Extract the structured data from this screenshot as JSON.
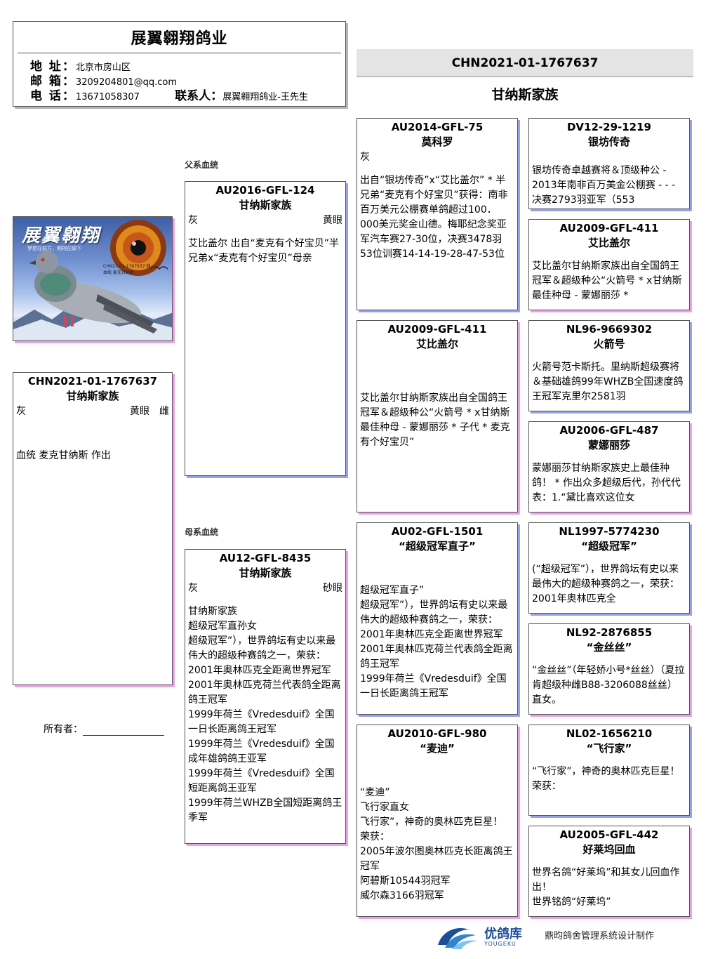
{
  "header": {
    "title": "展翼翱翔鸽业",
    "address_label": "地 址：",
    "address": "北京市房山区",
    "email_label": "邮 箱：",
    "email": "3209204801@qq.com",
    "phone_label": "电 话：",
    "phone": "13671058307",
    "contact_label": "联系人：",
    "contact": "展翼翱翔鸽业-王先生"
  },
  "banner": {
    "ring": "CHN2021-01-1767637",
    "name": "甘纳斯家族"
  },
  "labels": {
    "sire_line": "父系血统",
    "dam_line": "母系血统",
    "owner": "所有者："
  },
  "photo": {
    "logo_text": "展翼翱翔",
    "slogan": "梦想在前方，翱翔在脚下",
    "caption_ring": "CHN21-01-1767637 雌",
    "caption_line": "血统 麦克甘纳斯"
  },
  "subject": {
    "ring": "CHN2021-01-1767637",
    "name": "甘纳斯家族",
    "color": "灰",
    "eye": "黄眼",
    "sex": "雌",
    "note": "血统 麦克甘纳斯 作出"
  },
  "sire": {
    "ring": "AU2016-GFL-124",
    "name": "甘纳斯家族",
    "color": "灰",
    "eye": "黄眼",
    "desc": "艾比盖尔 出自“麦克有个好宝贝”半兄弟x“麦克有个好宝贝”母亲"
  },
  "dam": {
    "ring": "AU12-GFL-8435",
    "name": "甘纳斯家族",
    "color": "灰",
    "eye": "砂眼",
    "desc": "甘纳斯家族\n超级冠军直孙女\n超级冠军”），世界鸽坛有史以来最伟大的超级种赛鸽之一，荣获： 2001年奥林匹克全距离世界冠军\n2001年奥林匹克荷兰代表鸽全距离鸽王冠军\n1999年荷兰《Vredesduif》全国一日长距离鸽王冠军\n1999年荷兰《Vredesduif》全国成年雄鸽鸽王亚军\n1999年荷兰《Vredesduif》全国短距离鸽王亚军\n1999年荷兰WHZB全国短距离鸽王季军"
  },
  "grandparents": {
    "ss": {
      "ring": "AU2014-GFL-75",
      "name": "莫科罗",
      "color": "灰",
      "desc": "出自“银坊传奇”x“艾比盖尔” * 半兄弟“麦克有个好宝贝”获得：南非百万美元公棚赛单鸽超过100．000美元奖金山德。梅耶纪念奖亚军汽车赛27-30位，决赛3478羽53位训赛14-14-19-28-47-53位"
    },
    "sd": {
      "ring": "AU2009-GFL-411",
      "name": "艾比盖尔",
      "desc": "艾比盖尔甘纳斯家族出自全国鸽王冠军＆超级种公“火箭号 * x甘纳斯最佳种母 - 蒙娜丽莎 * 子代 * 麦克有个好宝贝”"
    },
    "ds": {
      "ring": "AU02-GFL-1501",
      "name": "“超级冠军直子”",
      "desc": "超级冠军直子”\n超级冠军”），世界鸽坛有史以来最伟大的超级种赛鸽之一，荣获： 2001年奥林匹克全距离世界冠军\n2001年奥林匹克荷兰代表鸽全距离鸽王冠军\n1999年荷兰《Vredesduif》全国一日长距离鸽王冠军"
    },
    "dd": {
      "ring": "AU2010-GFL-980",
      "name": "“麦迪”",
      "desc": "“麦迪”\n飞行家直女\n飞行家”，神奇的奥林匹克巨星！\n荣获：\n2005年波尔图奥林匹克长距离鸽王冠军\n阿碧斯10544羽冠军\n威尔森3166羽冠军"
    }
  },
  "great_grandparents": {
    "sss": {
      "ring": "DV12-29-1219",
      "name": "银坊传奇",
      "desc": "银坊传奇卓越赛将＆顶级种公 - 2013年南非百万美金公棚赛 - - - 决赛2793羽亚军（553"
    },
    "ssd": {
      "ring": "AU2009-GFL-411",
      "name": "艾比盖尔",
      "desc": "艾比盖尔甘纳斯家族出自全国鸽王冠军＆超级种公“火箭号 * x甘纳斯最佳种母 - 蒙娜丽莎 *"
    },
    "sds": {
      "ring": "NL96-9669302",
      "name": "火箭号",
      "desc": "火箭号范卡斯托。里纳斯超级赛将＆基础雄鸽99年WHZB全国速度鸽王冠军克里尔2581羽"
    },
    "sdd": {
      "ring": "AU2006-GFL-487",
      "name": "蒙娜丽莎",
      "desc": "蒙娜丽莎甘纳斯家族史上最佳种鸽！ * 作出众多超级后代，孙代代表：1.“黛比喜欢这位女"
    },
    "dss": {
      "ring": "NL1997-5774230",
      "name": "“超级冠军”",
      "desc": "(“超级冠军”），世界鸽坛有史以来最伟大的超级种赛鸽之一，荣获： 2001年奥林匹克全"
    },
    "dsd": {
      "ring": "NL92-2876855",
      "name": "“金丝丝”",
      "desc": "“金丝丝”（年轻娇小号*丝丝）（夏拉肯超级种雌B88-3206088丝丝）直女。"
    },
    "dds": {
      "ring": "NL02-1656210",
      "name": "“飞行家”",
      "desc": "“飞行家”，神奇的奥林匹克巨星！\n荣获："
    },
    "ddd": {
      "ring": "AU2005-GFL-442",
      "name": "好莱坞回血",
      "desc": "世界名鸽“好莱坞”和其女儿回血作出！\n世界铭鸽“好莱坞”"
    }
  },
  "footer": {
    "brand": "优鸽库",
    "brand_sub": "YOUGEKU",
    "credit": "鼎昀鸽舍管理系统设计制作"
  },
  "colors": {
    "shadow_blue": "#9aa0ee",
    "shadow_pink": "#e9a2e6",
    "banner_bg": "#e4e4e4",
    "brand": "#1d4e9a"
  }
}
